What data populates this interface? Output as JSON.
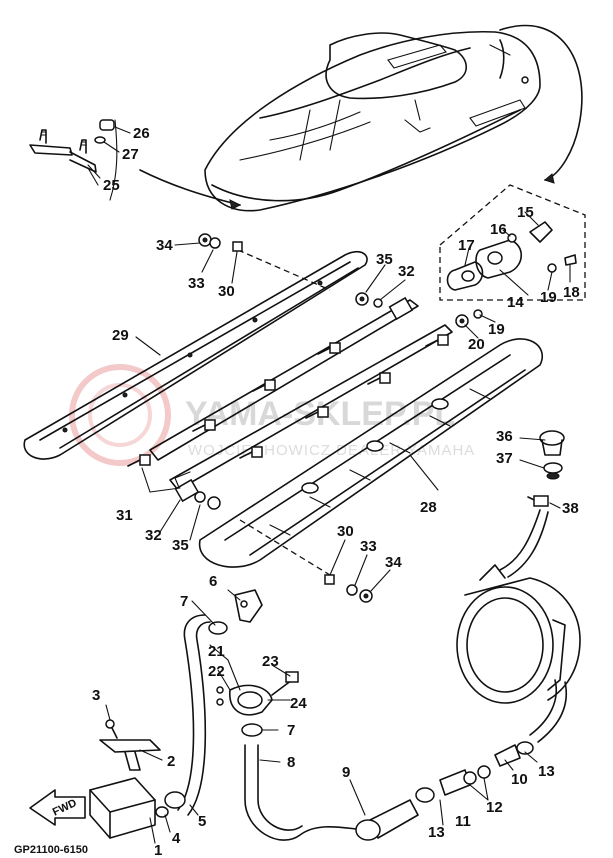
{
  "diagram": {
    "code": "GP21100-6150",
    "fwd_label": "FWD",
    "watermark": {
      "line1": "YAMA-SKLEP.PL",
      "line2": "WOJCIECHOWICZ DEALER YAMAHA"
    },
    "callouts": {
      "c1": "1",
      "c2": "2",
      "c3": "3",
      "c4": "4",
      "c5": "5",
      "c6": "6",
      "c7a": "7",
      "c7b": "7",
      "c8": "8",
      "c9": "9",
      "c10": "10",
      "c11": "11",
      "c12": "12",
      "c13a": "13",
      "c13b": "13",
      "c14": "14",
      "c15": "15",
      "c16": "16",
      "c17": "17",
      "c18": "18",
      "c19a": "19",
      "c19b": "19",
      "c20": "20",
      "c21": "21",
      "c22": "22",
      "c23": "23",
      "c24": "24",
      "c25": "25",
      "c26": "26",
      "c27": "27",
      "c28": "28",
      "c29": "29",
      "c30a": "30",
      "c30b": "30",
      "c31": "31",
      "c32a": "32",
      "c32b": "32",
      "c33a": "33",
      "c33b": "33",
      "c34a": "34",
      "c34b": "34",
      "c35a": "35",
      "c35b": "35",
      "c36": "36",
      "c37": "37",
      "c38": "38"
    }
  }
}
